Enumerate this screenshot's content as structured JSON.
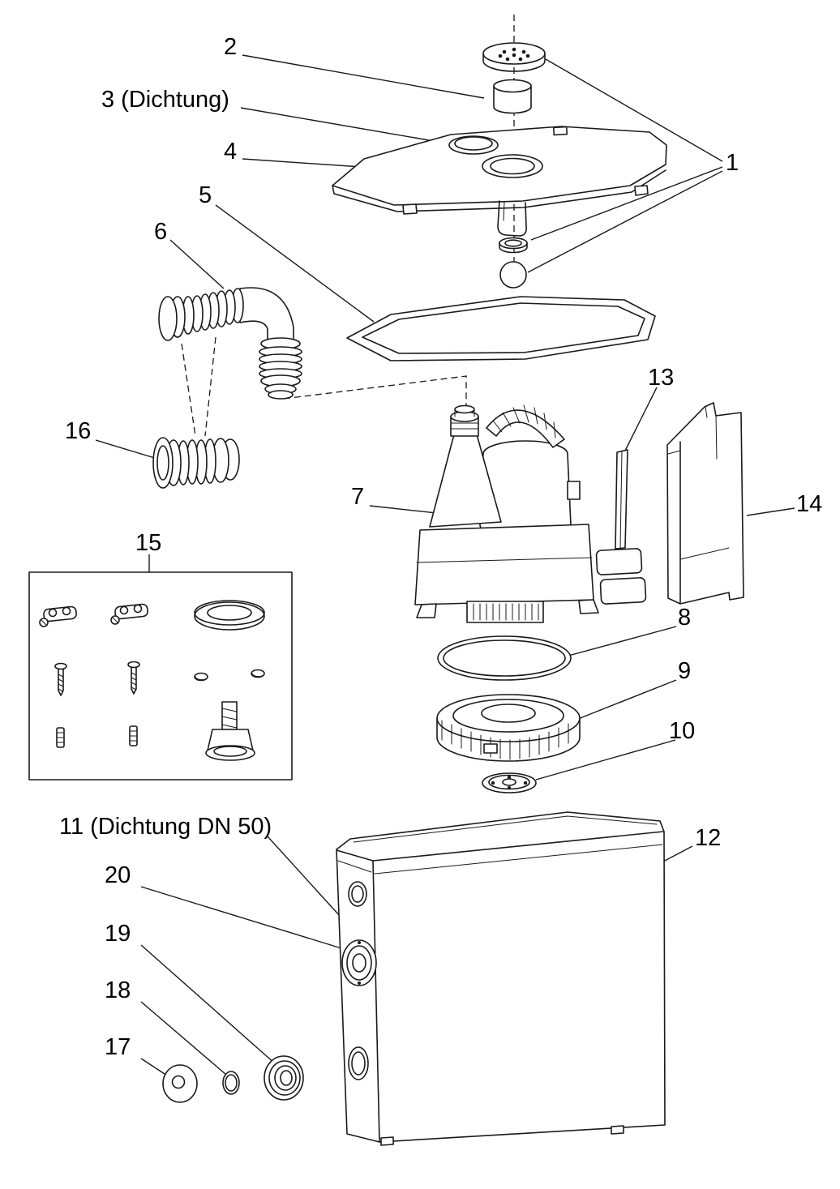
{
  "diagram": {
    "type": "exploded-parts-diagram",
    "colors": {
      "line": "#1a1a1a",
      "background": "#ffffff",
      "text": "#000000"
    },
    "labels": {
      "part1": "1",
      "part2": "2",
      "part3": "3 (Dichtung)",
      "part4": "4",
      "part5": "5",
      "part6": "6",
      "part7": "7",
      "part8": "8",
      "part9": "9",
      "part10": "10",
      "part11": "11 (Dichtung DN 50)",
      "part12": "12",
      "part13": "13",
      "part14": "14",
      "part15": "15",
      "part16": "16",
      "part17": "17",
      "part18": "18",
      "part19": "19",
      "part20": "20"
    }
  }
}
